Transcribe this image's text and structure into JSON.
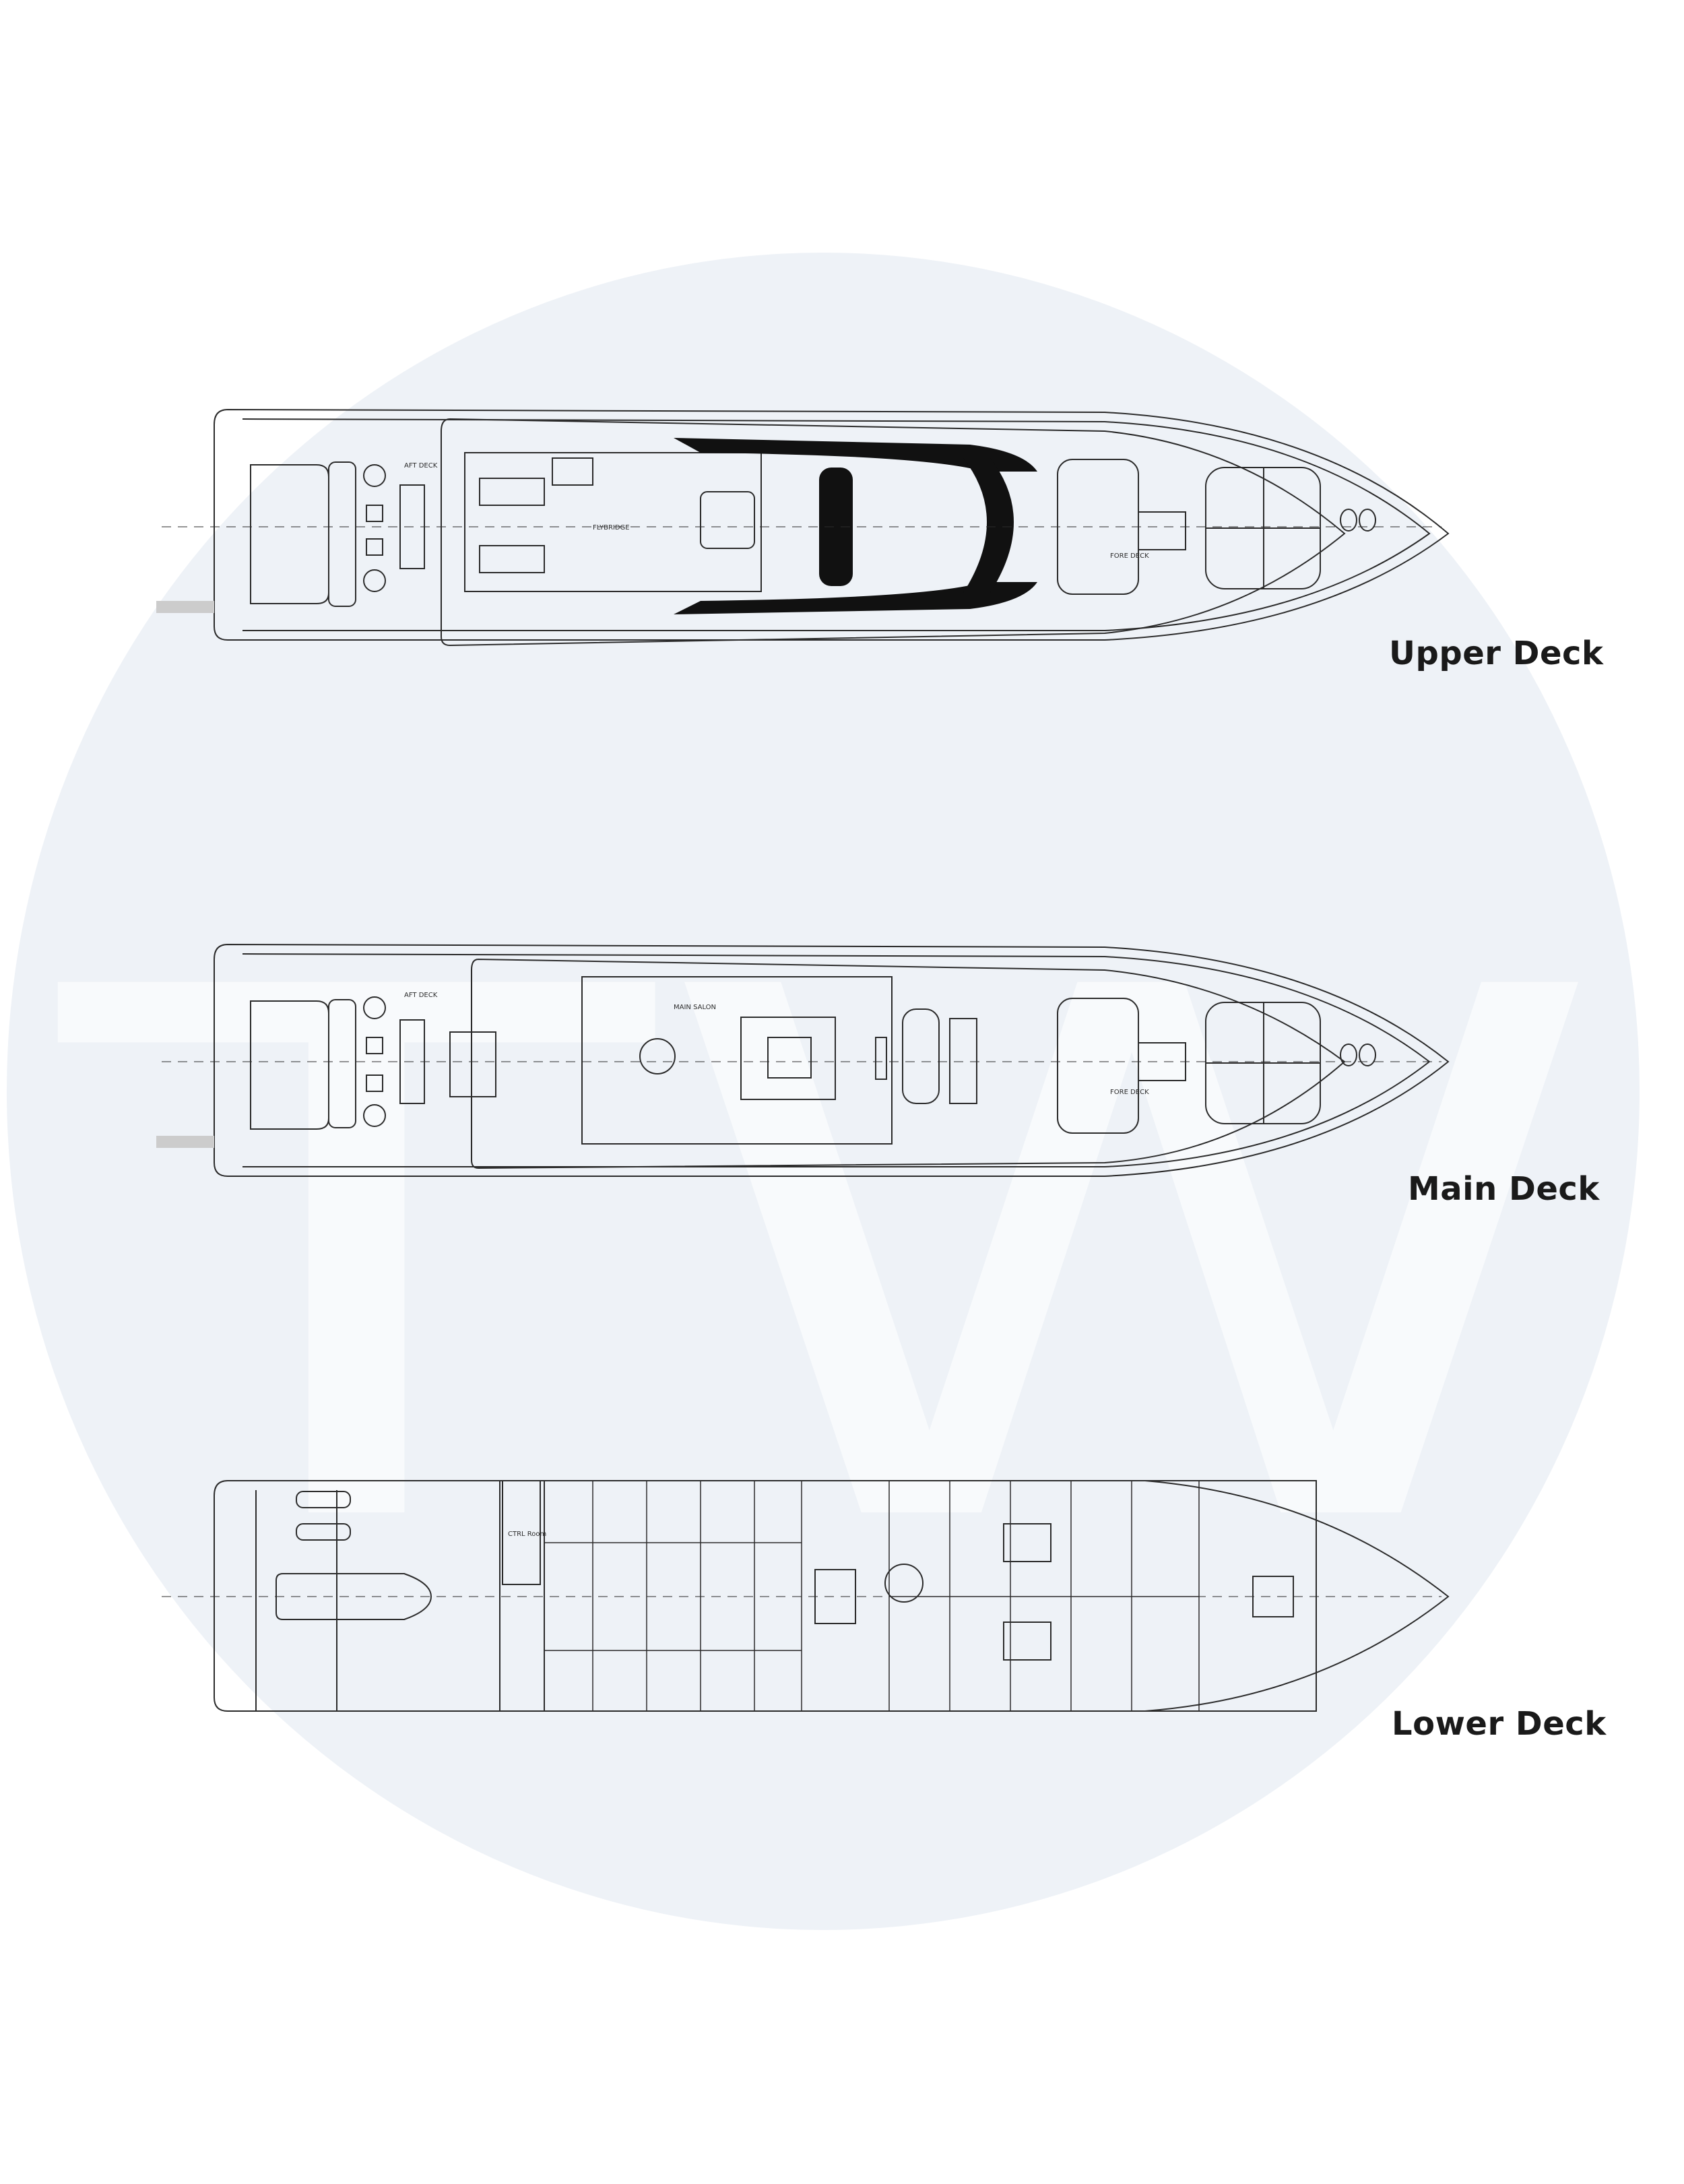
{
  "watermark": {
    "text": "TW",
    "circle_color": "#eef2f7",
    "letter_color": "#f8fafc"
  },
  "colors": {
    "line": "#2b2b2b",
    "dark_glass": "#111111"
  },
  "decks": [
    {
      "label": "Upper Deck",
      "areas": [
        "AFT DECK",
        "FLYBRIDGE",
        "FORE DECK"
      ]
    },
    {
      "label": "Main Deck",
      "areas": [
        "AFT DECK",
        "MAIN SALON",
        "FORE DECK"
      ]
    },
    {
      "label": "Lower Deck",
      "areas": [
        "CTRL Room"
      ]
    }
  ]
}
